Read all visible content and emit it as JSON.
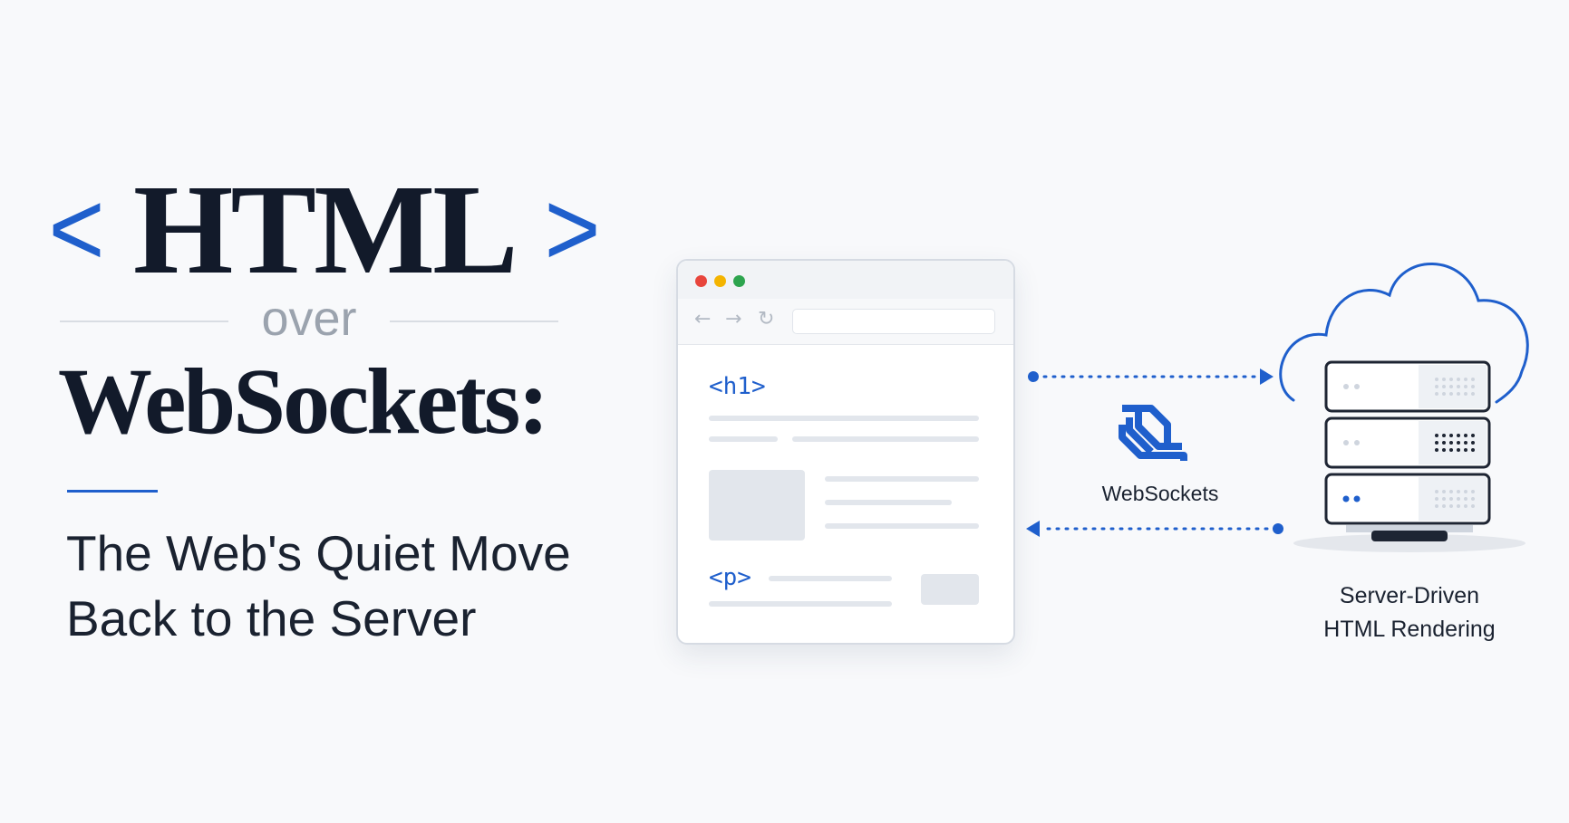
{
  "headline": {
    "open_bracket": "<",
    "word": "HTML",
    "close_bracket": ">",
    "connector": "over",
    "second_line": "WebSockets:"
  },
  "subtitle": {
    "line1": "The Web's Quiet Move",
    "line2": "Back to the Server"
  },
  "browser": {
    "tag_heading": "<h1>",
    "tag_paragraph": "<p>",
    "icons": [
      "back-arrow-icon",
      "forward-arrow-icon",
      "reload-icon"
    ]
  },
  "connection": {
    "label": "WebSockets",
    "icon": "websocket-logo-icon"
  },
  "server": {
    "caption_line1": "Server-Driven",
    "caption_line2": "HTML Rendering",
    "icon": "cloud-server-icon"
  },
  "colors": {
    "accent": "#1f5fcc",
    "heading": "#121a2a",
    "muted": "#9ba3ae",
    "background": "#f8f9fb"
  }
}
